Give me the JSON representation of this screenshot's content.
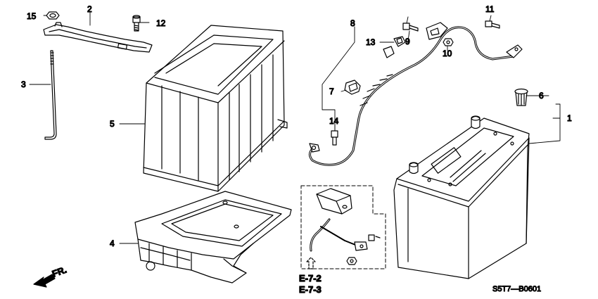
{
  "callouts": {
    "c1": "1",
    "c2": "2",
    "c3": "3",
    "c4": "4",
    "c5": "5",
    "c6": "6",
    "c7": "7",
    "c8": "8",
    "c9": "9",
    "c10": "10",
    "c11": "11",
    "c12": "12",
    "c13": "13",
    "c14": "14",
    "c15": "15"
  },
  "refs": {
    "r1": "E-7-2",
    "r2": "E-7-3"
  },
  "front_arrow": "FR.",
  "diagram_code": "S5T7—B0601",
  "line_color": "#000000"
}
